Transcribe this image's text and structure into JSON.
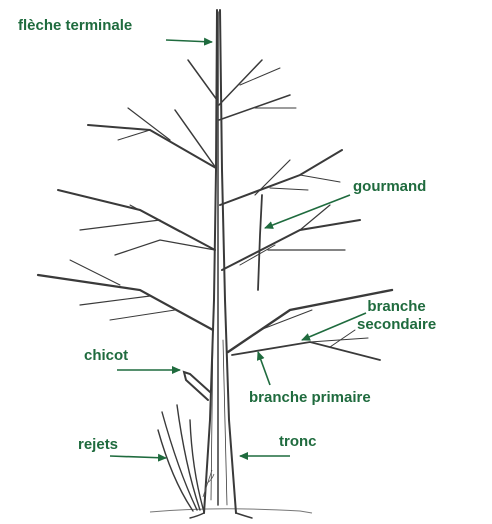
{
  "labels": {
    "fleche_terminale": "flèche terminale",
    "gourmand": "gourmand",
    "branche_secondaire_line1": "branche",
    "branche_secondaire_line2": "secondaire",
    "chicot": "chicot",
    "branche_primaire": "branche primaire",
    "rejets": "rejets",
    "tronc": "tronc"
  },
  "colors": {
    "label_text": "#1f6b3e",
    "arrow": "#1f6b3e",
    "tree_ink": "#3a3a3a",
    "background": "#ffffff"
  }
}
